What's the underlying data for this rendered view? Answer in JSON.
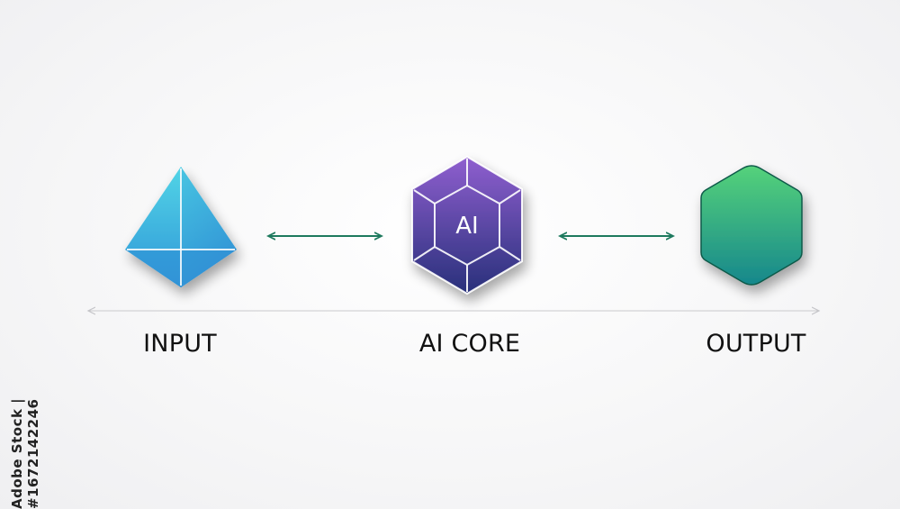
{
  "nodes": [
    {
      "id": "input",
      "label": "INPUT",
      "shape": "tetrahedron-icon",
      "colors": [
        "#4fd0e6",
        "#2e9ad6"
      ]
    },
    {
      "id": "core",
      "label": "AI CORE",
      "shape": "hexagon-gem-icon",
      "inner_text": "AI",
      "colors": [
        "#8a5cc8",
        "#2a2f7a"
      ]
    },
    {
      "id": "output",
      "label": "OUTPUT",
      "shape": "hexagon-icon",
      "colors": [
        "#4ed07a",
        "#1a8c8a"
      ]
    }
  ],
  "connectors": [
    {
      "from": "input",
      "to": "core",
      "style": "double-arrow",
      "color": "#1e7a5e"
    },
    {
      "from": "core",
      "to": "output",
      "style": "double-arrow",
      "color": "#1e7a5e"
    }
  ],
  "axis_line": {
    "style": "double-arrow",
    "color": "#c9c9cc"
  },
  "side_text": "Adobe Stock | #1672142246"
}
